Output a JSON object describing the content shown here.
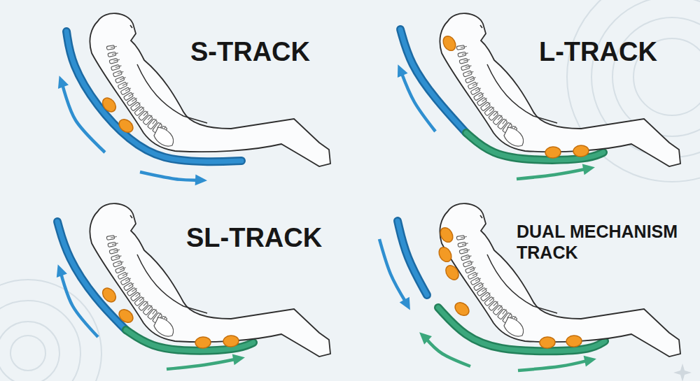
{
  "diagram": {
    "labels": [
      "S-TRACK",
      "L-TRACK",
      "SL-TRACK",
      "DUAL MECHANISM TRACK"
    ]
  }
}
